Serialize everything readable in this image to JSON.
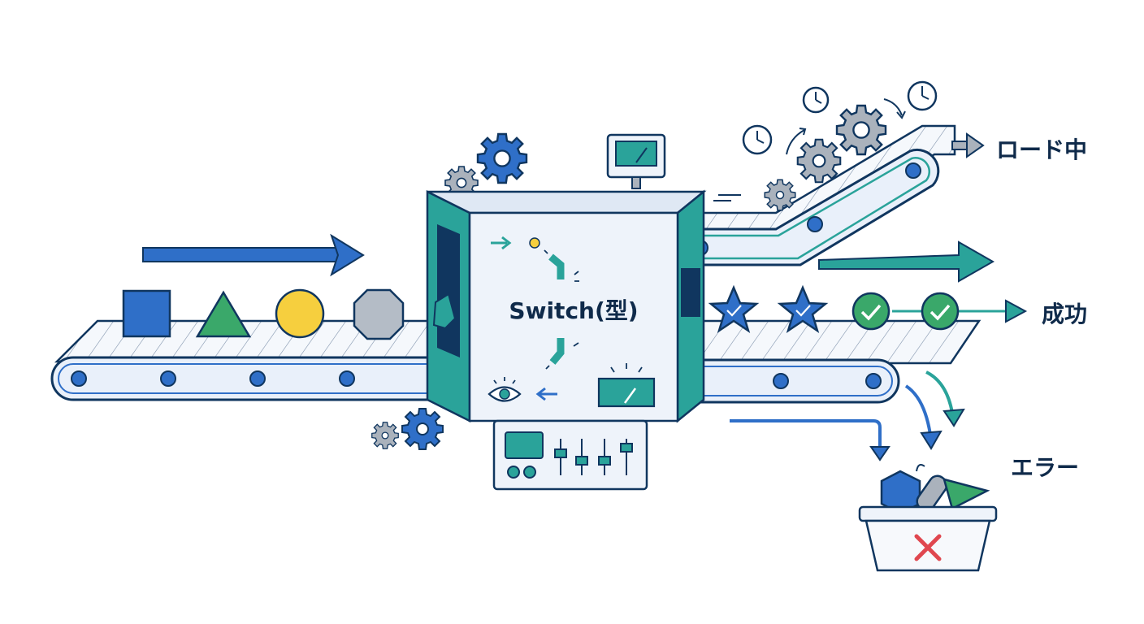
{
  "machine": {
    "label": "Switch(型)"
  },
  "outputs": {
    "loading": "ロード中",
    "success": "成功",
    "error": "エラー"
  },
  "colors": {
    "navy": "#10365f",
    "blue": "#2f6fc8",
    "teal": "#2aa39a",
    "green": "#3aa86a",
    "yellow": "#f6cf3e",
    "gray": "#aab2bc",
    "red": "#e0474f",
    "panel": "#eef3fa"
  },
  "icons": [
    "input-square-icon",
    "input-triangle-icon",
    "input-circle-icon",
    "input-octagon-icon",
    "star-icon",
    "check-circle-icon",
    "gear-icon",
    "clock-icon",
    "gauge-icon",
    "eye-icon",
    "arrow-icon",
    "basket-icon",
    "x-mark-icon",
    "slider-icon"
  ]
}
